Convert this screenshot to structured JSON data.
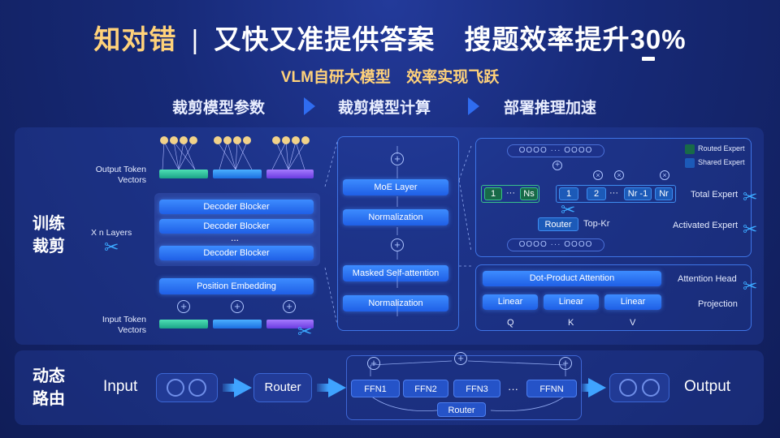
{
  "header": {
    "title_highlight": "知对错",
    "title_sep": "|",
    "title_rest": "又快又准提供答案",
    "title_right": "搜题效率提升30%",
    "subtitle_a": "VLM自研大模型",
    "subtitle_b": "效率实现飞跃"
  },
  "steps": [
    "裁剪模型参数",
    "裁剪模型计算",
    "部署推理加速"
  ],
  "training": {
    "label_line1": "训练",
    "label_line2": "裁剪",
    "output_tokens": "Output Token\nVectors",
    "x_layers": "X n Layers",
    "input_tokens": "Input Token\nVectors",
    "decoder1": "Decoder Blocker",
    "decoder2": "Decoder Blocker",
    "ellipsis": "...",
    "decoder3": "Decoder Blocker",
    "position": "Position Embedding",
    "moe_layer": "MoE Layer",
    "norm1": "Normalization",
    "masked_attn": "Masked Self-attention",
    "norm2": "Normalization",
    "legend_routed": "Routed Expert",
    "legend_shared": "Shared Expert",
    "exp_1": "1",
    "exp_dots1": "···",
    "exp_ns": "Ns",
    "exp_r1": "1",
    "exp_r2": "2",
    "exp_dots2": "···",
    "exp_nr1": "Nr -1",
    "exp_nr": "Nr",
    "router": "Router",
    "topk": "Top-Kr",
    "total_expert": "Total Expert",
    "activated_expert": "Activated Expert",
    "pill_text": "OOOO ··· OOOO",
    "dpa": "Dot-Product Attention",
    "attention_head": "Attention Head",
    "linear_q": "Linear",
    "linear_k": "Linear",
    "linear_v": "Linear",
    "projection": "Projection",
    "q": "Q",
    "k": "K",
    "v": "V"
  },
  "routing": {
    "label_line1": "动态",
    "label_line2": "路由",
    "input": "Input",
    "router": "Router",
    "ffn1": "FFN1",
    "ffn2": "FFN2",
    "ffn3": "FFN3",
    "dots": "···",
    "ffnn": "FFNN",
    "router_bottom": "Router",
    "output": "Output"
  },
  "colors": {
    "accent_gold": "#ffd27a",
    "block_blue": "#2f7bff",
    "routed_expert": "#186a48",
    "shared_expert": "#1c5ab8"
  }
}
